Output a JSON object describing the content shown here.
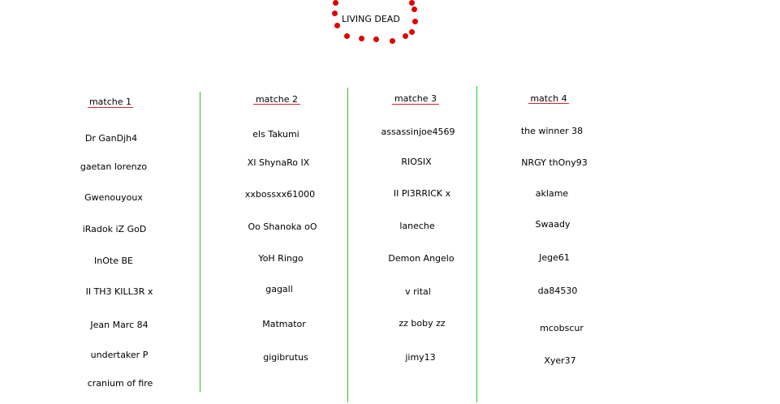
{
  "logo": {
    "text": "LIVING DEAD",
    "dot_color": "#e00000"
  },
  "divider_color": "#22cc22",
  "underline_color": "#e02020",
  "columns": [
    {
      "header": "matche 1",
      "players": [
        "Dr GanDjh4",
        "gaetan lorenzo",
        "Gwenouyoux",
        "iRadok iZ GoD",
        "InOte BE",
        "II TH3 KILL3R x",
        "Jean Marc 84",
        "undertaker P",
        "cranium of fire"
      ]
    },
    {
      "header": "matche 2",
      "players": [
        "els Takumi",
        "XI ShynaRo IX",
        "xxbossxx61000",
        "Oo Shanoka oO",
        "YoH Ringo",
        "gagall",
        "Matmator",
        "gigibrutus"
      ]
    },
    {
      "header": "matche 3",
      "players": [
        "assassinjoe4569",
        "RIOSIX",
        "II PI3RRICK x",
        "laneche",
        "Demon Angelo",
        "v rital",
        "zz boby zz",
        "jimy13"
      ]
    },
    {
      "header": "match 4",
      "players": [
        "the winner 38",
        "NRGY thOny93",
        "aklame",
        "Swaady",
        "Jege61",
        "da84530",
        "mcobscur",
        "Xyer37"
      ]
    }
  ]
}
